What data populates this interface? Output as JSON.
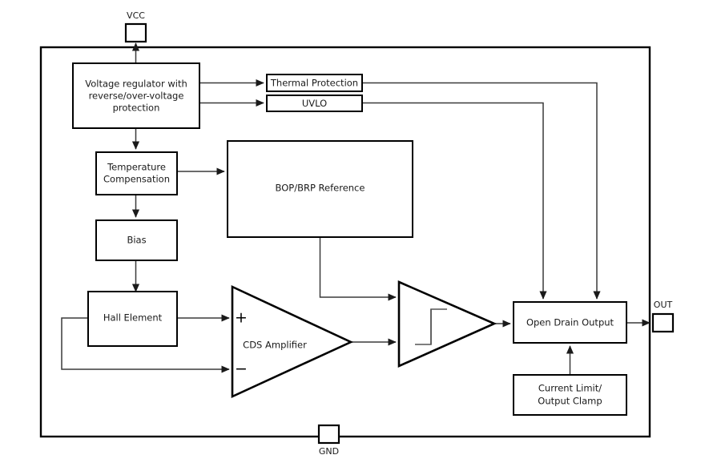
{
  "diagram": {
    "title": "Hall effect sensor IC internal block diagram",
    "colors": {
      "background": "#ffffff",
      "outline": "#000000",
      "wire": "#3a3a3a",
      "text": "#1a1a1a"
    },
    "pins": [
      {
        "id": "vcc",
        "label": "VCC",
        "position": "top"
      },
      {
        "id": "gnd",
        "label": "GND",
        "position": "bottom"
      },
      {
        "id": "out",
        "label": "OUT",
        "position": "right"
      }
    ],
    "blocks": [
      {
        "id": "voltage-regulator",
        "lines": [
          "Voltage regulator with",
          "reverse/over-voltage",
          "protection"
        ]
      },
      {
        "id": "thermal-protection",
        "lines": [
          "Thermal Protection"
        ]
      },
      {
        "id": "uvlo",
        "lines": [
          "UVLO"
        ]
      },
      {
        "id": "temperature-compensation",
        "lines": [
          "Temperature",
          "Compensation"
        ]
      },
      {
        "id": "bop-brp-reference",
        "lines": [
          "BOP/BRP Reference"
        ]
      },
      {
        "id": "bias",
        "lines": [
          "Bias"
        ]
      },
      {
        "id": "hall-element",
        "lines": [
          "Hall Element"
        ]
      },
      {
        "id": "cds-amplifier",
        "lines": [
          "CDS Amplifier"
        ]
      },
      {
        "id": "schmitt-trigger",
        "lines": []
      },
      {
        "id": "open-drain-output",
        "lines": [
          "Open Drain Output"
        ]
      },
      {
        "id": "current-limit",
        "lines": [
          "Current Limit/",
          "Output Clamp"
        ]
      }
    ],
    "labels": {
      "voltage_regulator_l1": "Voltage regulator with",
      "voltage_regulator_l2": "reverse/over-voltage",
      "voltage_regulator_l3": "protection",
      "thermal_protection": "Thermal Protection",
      "uvlo": "UVLO",
      "temperature_compensation_l1": "Temperature",
      "temperature_compensation_l2": "Compensation",
      "bop_brp_reference": "BOP/BRP Reference",
      "bias": "Bias",
      "hall_element": "Hall Element",
      "cds_amplifier": "CDS Amplifier",
      "open_drain_output": "Open Drain Output",
      "current_limit_l1": "Current Limit/",
      "current_limit_l2": "Output Clamp",
      "plus_sign": "+",
      "minus_sign": "−",
      "pin_vcc": "VCC",
      "pin_gnd": "GND",
      "pin_out": "OUT"
    }
  }
}
